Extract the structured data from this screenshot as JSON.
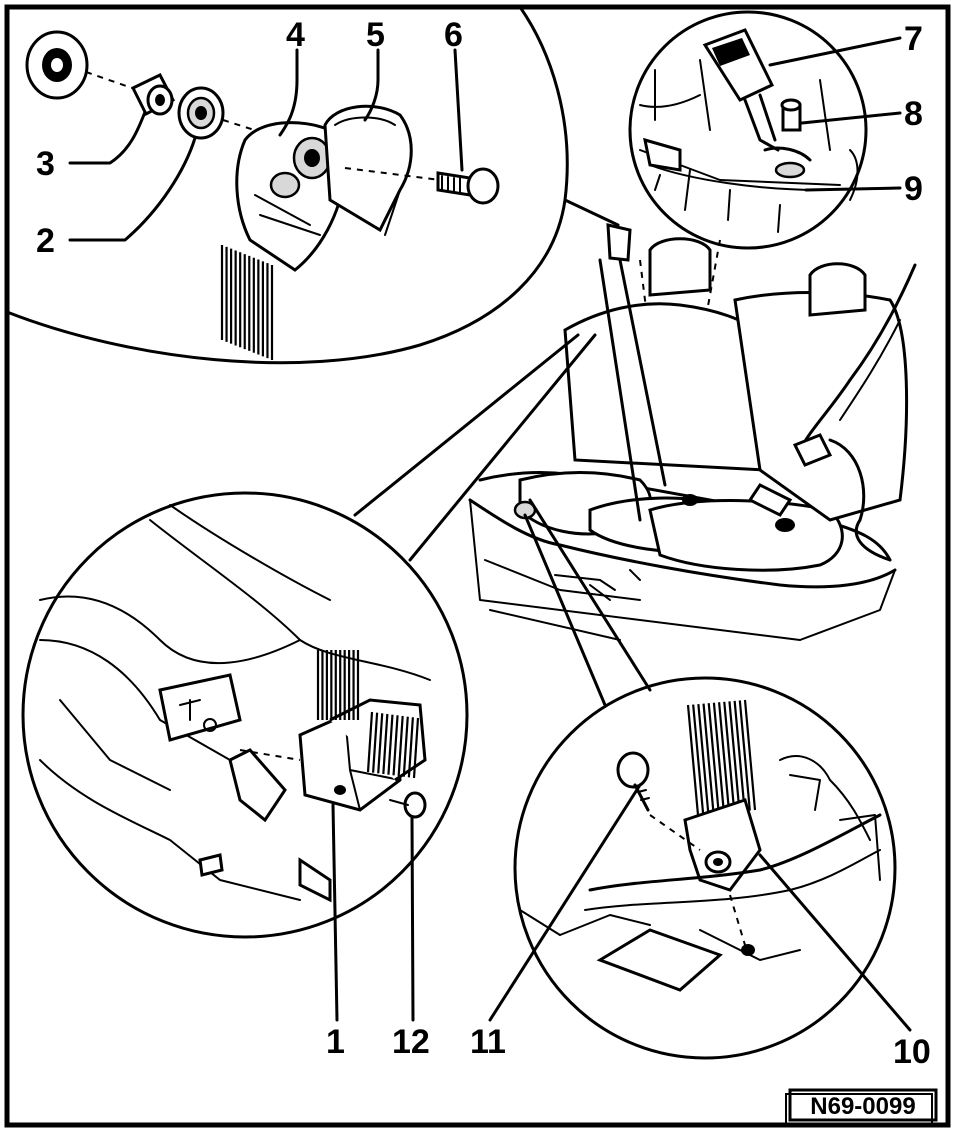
{
  "diagram": {
    "reference": "N69-0099",
    "labels": {
      "l1": "1",
      "l2": "2",
      "l3": "3",
      "l4": "4",
      "l5": "5",
      "l6": "6",
      "l7": "7",
      "l8": "8",
      "l9": "9",
      "l10": "10",
      "l11": "11",
      "l12": "12"
    }
  }
}
